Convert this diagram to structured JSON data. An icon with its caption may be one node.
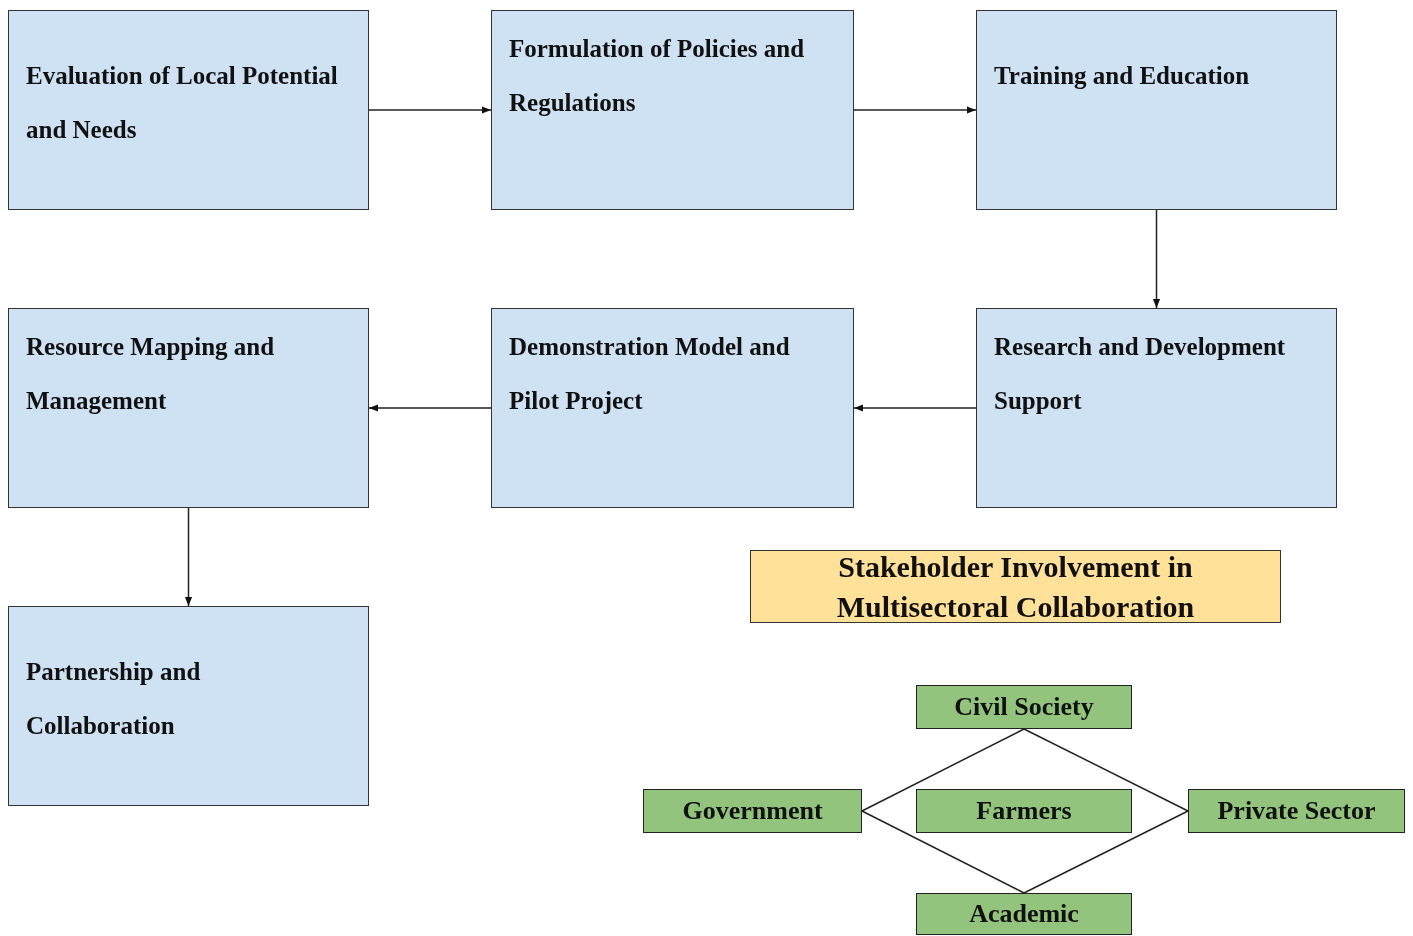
{
  "diagram": {
    "nodes": [
      {
        "text": [
          "Evaluation of Local Potential and Needs"
        ]
      },
      {
        "text": [
          "Formulation of Policies and Regulations"
        ]
      },
      {
        "text": [
          "Training and Education"
        ]
      },
      {
        "text": [
          "Resource Mapping and Management"
        ]
      },
      {
        "text": [
          "Demonstration Model and Pilot Project"
        ]
      },
      {
        "text": [
          "Research and Development Support"
        ]
      },
      {
        "text": [
          "Partnership and Collaboration"
        ]
      },
      {
        "text": [
          "Stakeholder Involvement in Multisectoral Collaboration"
        ]
      },
      {
        "text": [
          "Civil Society"
        ]
      },
      {
        "text": [
          "Government"
        ]
      },
      {
        "text": [
          "Farmers"
        ]
      },
      {
        "text": [
          "Private Sector"
        ]
      },
      {
        "text": [
          "Academic"
        ]
      }
    ],
    "edges": [
      {
        "from": 0,
        "to": 1,
        "arrow": "to"
      },
      {
        "from": 1,
        "to": 2,
        "arrow": "to"
      },
      {
        "from": 2,
        "to": 5,
        "arrow": "to"
      },
      {
        "from": 5,
        "to": 4,
        "arrow": "to"
      },
      {
        "from": 4,
        "to": 3,
        "arrow": "to"
      },
      {
        "from": 3,
        "to": 6,
        "arrow": "to"
      },
      {
        "from": 9,
        "to": 8,
        "arrow": "none"
      },
      {
        "from": 8,
        "to": 11,
        "arrow": "none"
      },
      {
        "from": 11,
        "to": 12,
        "arrow": "none"
      },
      {
        "from": 12,
        "to": 9,
        "arrow": "none"
      }
    ]
  }
}
